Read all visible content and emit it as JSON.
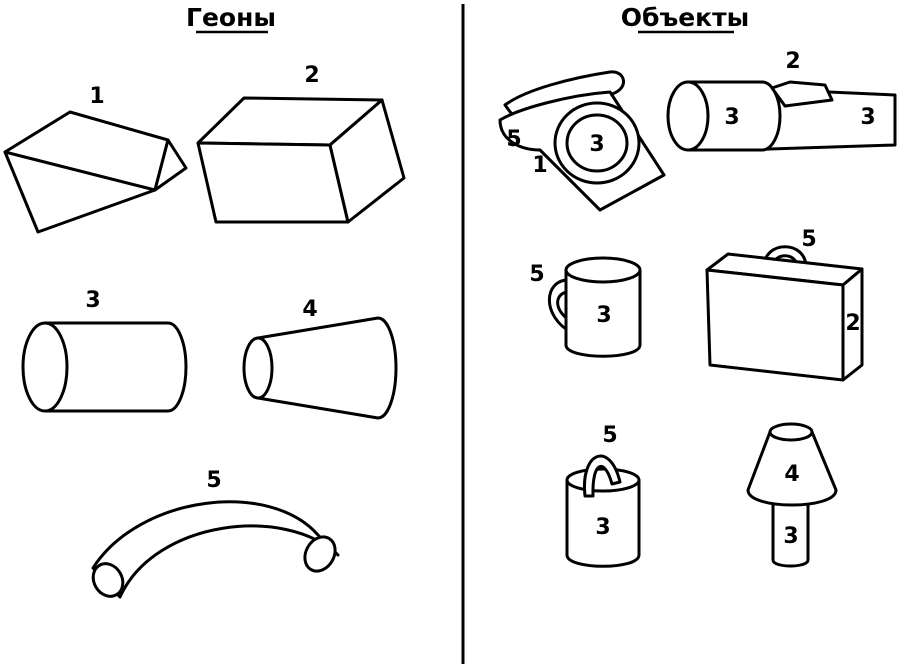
{
  "sections": {
    "geons_title": "Геоны",
    "objects_title": "Объекты"
  },
  "geons": [
    {
      "label": "1"
    },
    {
      "label": "2"
    },
    {
      "label": "3"
    },
    {
      "label": "4"
    },
    {
      "label": "5"
    }
  ],
  "objects": {
    "telephone": {
      "labels": [
        "5",
        "1",
        "3"
      ]
    },
    "flashlight": {
      "labels": [
        "2",
        "3",
        "3"
      ]
    },
    "mug": {
      "labels": [
        "5",
        "3"
      ]
    },
    "suitcase": {
      "labels": [
        "5",
        "2"
      ]
    },
    "bucket": {
      "labels": [
        "5",
        "3"
      ]
    },
    "lamp": {
      "labels": [
        "4",
        "3"
      ]
    }
  }
}
